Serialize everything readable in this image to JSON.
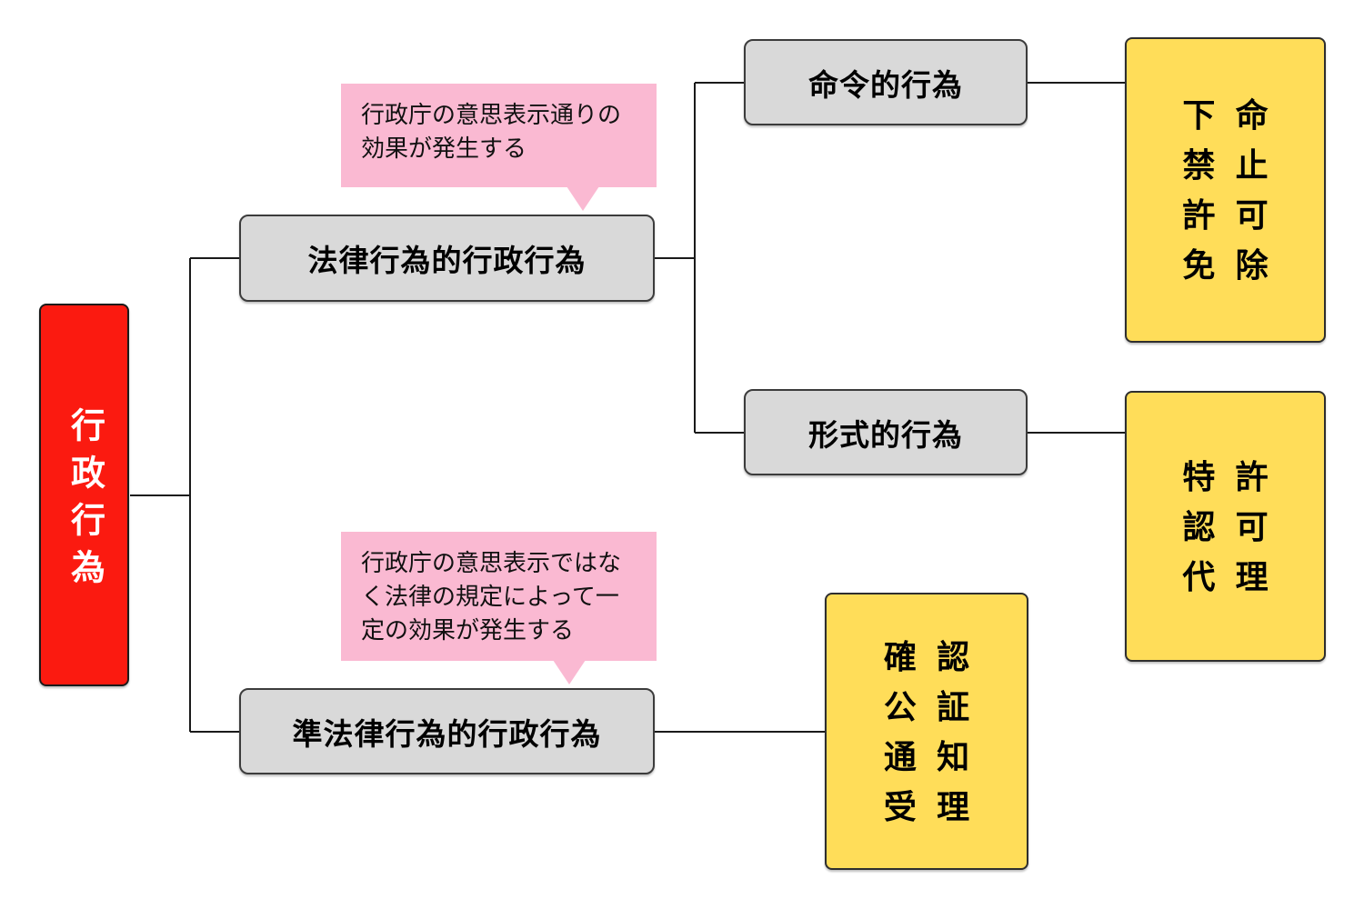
{
  "diagram": {
    "root": {
      "label": "行政行為"
    },
    "branches": {
      "legal": {
        "label": "法律行為的行政行為"
      },
      "quasi": {
        "label": "準法律行為的行政行為"
      },
      "meirei": {
        "label": "命令的行為"
      },
      "keishiki": {
        "label": "形式的行為"
      }
    },
    "callouts": {
      "legal": {
        "lines": [
          "行政庁の意思表示通りの",
          "効果が発生する"
        ]
      },
      "quasi": {
        "lines": [
          "行政庁の意思表示ではな",
          "く法律の規定によって一",
          "定の効果が発生する"
        ]
      }
    },
    "terms": {
      "meirei": [
        "下命",
        "禁止",
        "許可",
        "免除"
      ],
      "keishiki": [
        "特許",
        "認可",
        "代理"
      ],
      "quasi": [
        "確認",
        "公証",
        "通知",
        "受理"
      ]
    },
    "colors": {
      "root_bg": "#fb1a10",
      "node_bg": "#d9d9d9",
      "term_bg": "#ffdd59",
      "callout_bg": "#fab9d2",
      "line": "#1a1a1a"
    }
  }
}
